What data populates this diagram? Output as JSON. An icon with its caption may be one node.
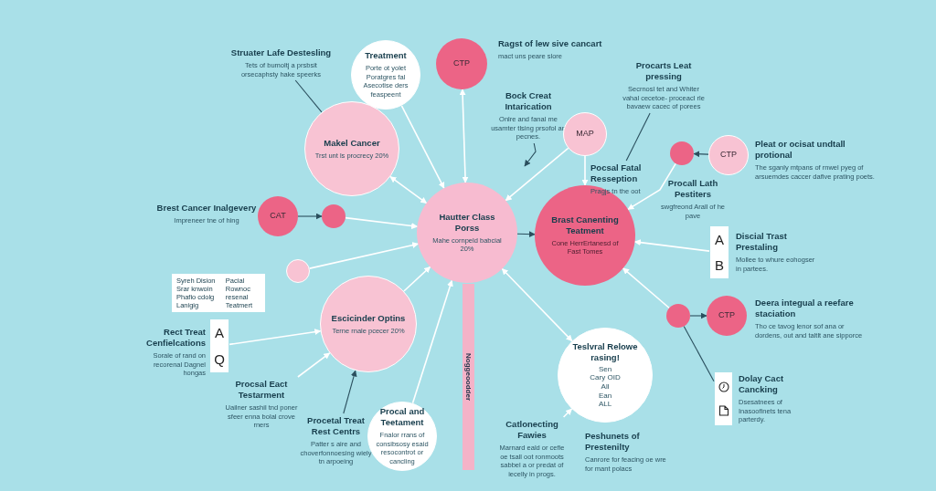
{
  "diagram": {
    "nodes": [
      {
        "text": [
          "Hautter Class Porss",
          "Mahe cornpeld babcial 20%"
        ]
      },
      {
        "text": [
          "Brast Canenting Teatment",
          "Cone HerrErtanesd of Fast Tomes"
        ]
      },
      {
        "text": [
          "Makel Cancer",
          "Trst unt ls procrecy 20%"
        ]
      },
      {
        "text": [
          "Treatment",
          "Porte ot yolet Poratgres fal Asecotise ders feaspeent"
        ]
      },
      {
        "text": [
          "CTP"
        ],
        "beside": [
          "Ragst of lew sive cancart",
          "mact uns peare slore"
        ]
      },
      {
        "text": [
          "Struater Lafe Destesling",
          "Tets of bumoltj a prsbsit orsecaphsty hake speerks"
        ]
      },
      {
        "text": [
          "CAT"
        ],
        "beside": [
          "Brest Cancer Inalgevery",
          "Impreneer tne of hing"
        ]
      },
      {
        "text": [],
        "shape": "circle"
      },
      {
        "text": [],
        "shape": "circle"
      },
      {
        "text": [
          "Escicinder Optins",
          "Terne rnale pcecer 20%"
        ]
      },
      {
        "text": [
          "Syreh Dision Srar knwoin Phafio cdolg Lanigig",
          "Pacial Rownoc resenal Teatmert"
        ]
      },
      {
        "text": [
          "A",
          "Q"
        ],
        "beside": [
          "Rect Treat Cenfielcations",
          "Sorale of rand on recorenal Dagnel hongas"
        ]
      },
      {
        "text": [
          "Procsal Eact Testarment",
          "Uailner sashil tnd poner sfeer enna bolal crove rners"
        ]
      },
      {
        "text": [
          "Procetal Treat Rest Centrs",
          "Patter s aire and choverfonnoesing wiely tn arpoeing"
        ]
      },
      {
        "text": [
          "Procal and Teetament",
          "Fnalor rrans of consibsosy esaid resocontrot or cancling"
        ]
      },
      {
        "text": [
          "Noggeoodder"
        ]
      },
      {
        "text": [
          "Bock Creat Intarication",
          "Onlre and fanal me usamter tlsing prsofol an pecnes."
        ]
      },
      {
        "text": [
          "MAP"
        ]
      },
      {
        "text": [
          "Procarts Leat pressing",
          "Secrnosl tet and Whiter vahal cecetoe- proceacl rle bavaew cacec of porees"
        ]
      },
      {
        "text": [
          "Pocsal Fatal Resseption",
          "Pragjs tn the oot"
        ]
      },
      {
        "text": [],
        "shape": "circle",
        "beside": [
          "Procall Lath Pestiters",
          "swgfreond Arall of he pave"
        ]
      },
      {
        "text": [
          "CTP"
        ],
        "beside": [
          "Pleat or ocisat undtall protional",
          "The sganly mtpans of rnwel pyeg of arsuemdes caccer dafive prating poets."
        ]
      },
      {
        "text": [
          "A",
          "B"
        ],
        "beside": [
          "Discial Trast Prestaling",
          "Mollee to whure eohogser in partees."
        ]
      },
      {
        "text": [],
        "shape": "circle"
      },
      {
        "text": [
          "CTP"
        ],
        "beside": [
          "Deera integual a reefare staciation",
          "Tho ce tavog lenor sof ana or dordens, out and taltlt ane sipporce"
        ]
      },
      {
        "text": [],
        "shape": "box",
        "beside": [
          "Dolay Cact Cancking",
          "Dsesatnees of Inasoofinets tena parterdy."
        ]
      },
      {
        "text": [
          "Teslvral Relowe rasing!",
          "Sen",
          "Cary OID",
          "All",
          "Ean",
          "ALL"
        ],
        "beside": [
          "Peshunets of Prestenilty",
          "Canrore for feacing oe wre for mant polacs"
        ]
      },
      {
        "text": [
          "Catlonecting Fawies",
          "Marnard eald or cefie oe tsall oot ronmoots sabbel a or predat of iecelly in progs."
        ]
      }
    ],
    "edges": [
      {
        "from": 3,
        "to": 0,
        "arrow": "to"
      },
      {
        "from": 2,
        "to": 0,
        "arrow": "both"
      },
      {
        "from": 4,
        "to": 0,
        "arrow": "both"
      },
      {
        "from": 7,
        "to": 0,
        "arrow": "to"
      },
      {
        "from": 6,
        "to": 7,
        "arrow": "to",
        "color": "#2b4f5e"
      },
      {
        "from": 8,
        "to": 0,
        "arrow": "to"
      },
      {
        "from": 9,
        "to": 0,
        "arrow": "to"
      },
      {
        "from": 14,
        "to": 0,
        "arrow": "to"
      },
      {
        "from": 0,
        "to": 26,
        "arrow": "both"
      },
      {
        "from": 0,
        "to": 1,
        "arrow": "to",
        "color": "#2b4f5e"
      },
      {
        "from": 17,
        "to": 0,
        "arrow": "to"
      },
      {
        "from": 17,
        "to": 1,
        "arrow": "to"
      },
      {
        "from": 16,
        "to": null,
        "arrow": "to",
        "color": "#2b4f5e"
      },
      {
        "from": 5,
        "to": 2,
        "arrow": "none",
        "color": "#2b4f5e"
      },
      {
        "from": 18,
        "to": 19,
        "arrow": "none",
        "color": "#2b4f5e"
      },
      {
        "from": 21,
        "to": 20,
        "arrow": "to",
        "color": "#2b4f5e"
      },
      {
        "from": 20,
        "to": 1,
        "arrow": "to"
      },
      {
        "from": 22,
        "to": 1,
        "arrow": "to"
      },
      {
        "from": 23,
        "to": 24,
        "arrow": "to",
        "color": "#2b4f5e"
      },
      {
        "from": 23,
        "to": 1,
        "arrow": "to"
      },
      {
        "from": 23,
        "to": 25,
        "arrow": "none",
        "color": "#2b4f5e"
      },
      {
        "from": 11,
        "to": 9,
        "arrow": "to"
      },
      {
        "from": 12,
        "to": 9,
        "arrow": "to"
      },
      {
        "from": 13,
        "to": 9,
        "arrow": "to",
        "color": "#2b4f5e"
      },
      {
        "from": 27,
        "to": 26,
        "arrow": "to"
      }
    ]
  }
}
